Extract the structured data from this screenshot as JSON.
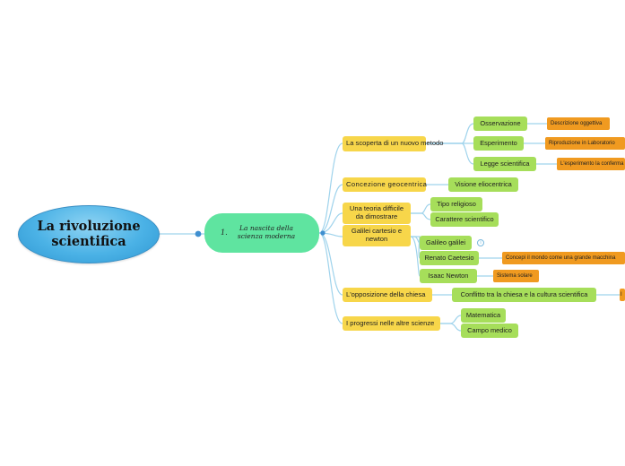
{
  "root": {
    "label": "La rivoluzione scientifica"
  },
  "main": {
    "number": "1.",
    "label": "La nascita della scienza moderna"
  },
  "branches": [
    {
      "label": "La scoperta di un nuovo metodo"
    },
    {
      "label": "Concezione geocentrica"
    },
    {
      "label": "Una teoria difficile da dimostrare"
    },
    {
      "label": "Galilei cartesio e newton"
    },
    {
      "label": "L'opposizione della chiesa"
    },
    {
      "label": "I progressi nelle altre scienze"
    }
  ],
  "subtopics": [
    {
      "label": "Osservazione"
    },
    {
      "label": "Esperimento"
    },
    {
      "label": "Legge scientifica"
    },
    {
      "label": "Visione eliocentrica"
    },
    {
      "label": "Tipo religioso"
    },
    {
      "label": "Carattere scientifico"
    },
    {
      "label": "Galileo galilei"
    },
    {
      "label": "Renato Caetesio"
    },
    {
      "label": "Isaac Newton"
    },
    {
      "label": "Conflitto tra la chiesa e la cultura scientifica"
    },
    {
      "label": "Matematica"
    },
    {
      "label": "Campo medico"
    }
  ],
  "details": [
    {
      "label": "Descrizione oggettiva"
    },
    {
      "label": "Riproduzione in Laboratorio"
    },
    {
      "label": "L'esperimento la conferma"
    },
    {
      "label": "Concepì il mondo come una grande macchina"
    },
    {
      "label": "Sistema solare"
    },
    {
      "label": "I"
    }
  ],
  "colors": {
    "root": "#4bb2e6",
    "main": "#5fe4a0",
    "branch": "#f7d64a",
    "subtopic": "#a6de5a",
    "detail": "#f09a20",
    "connector": "#9fd3ec"
  },
  "icons": {
    "info": "info-icon"
  }
}
